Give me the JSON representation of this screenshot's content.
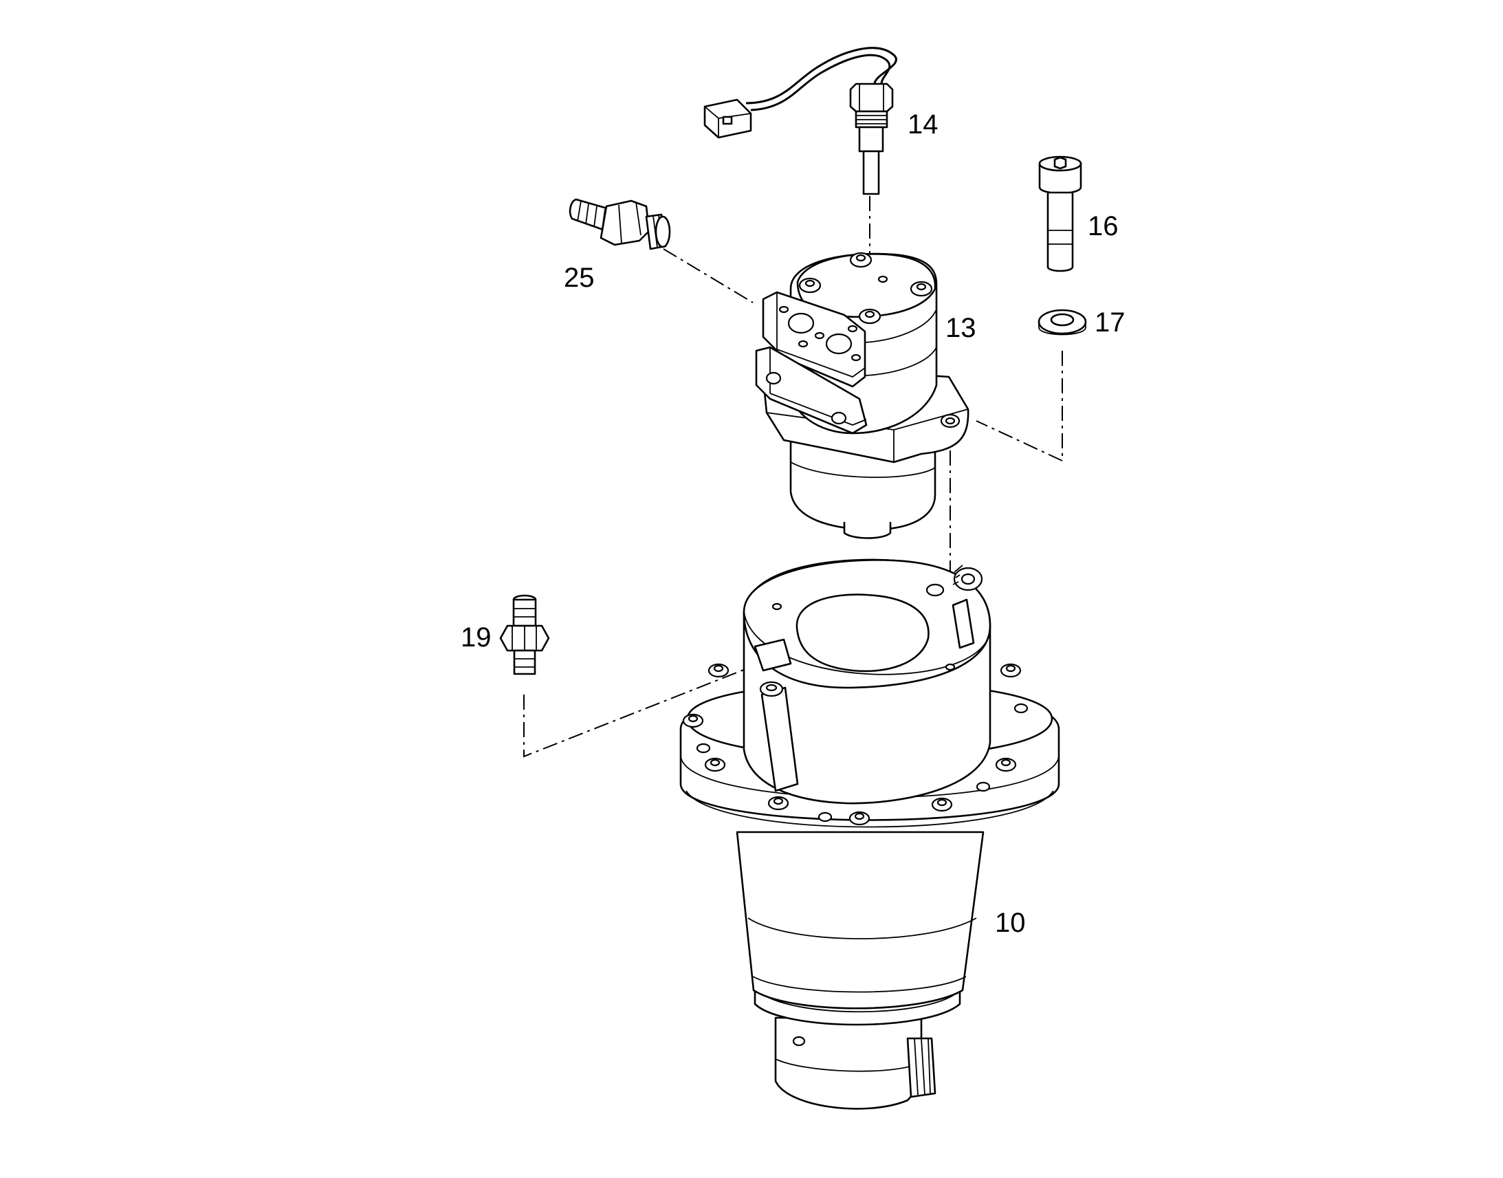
{
  "callouts": {
    "sensor": "14",
    "bolt": "16",
    "washer": "17",
    "motor": "13",
    "fitting_plug": "25",
    "breather": "19",
    "gearbox": "10"
  },
  "colors": {
    "line": "#000000",
    "background": "#ffffff"
  }
}
